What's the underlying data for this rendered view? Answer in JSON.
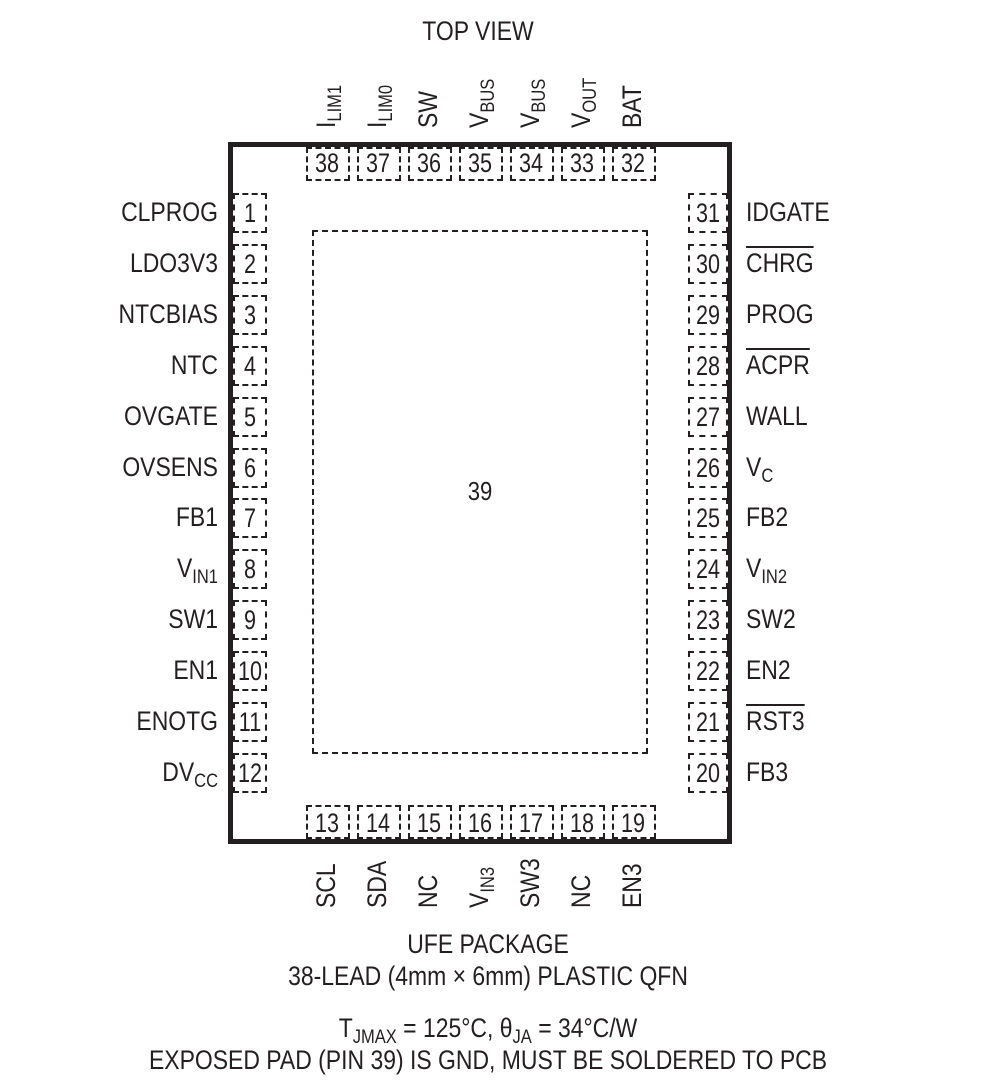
{
  "title": "TOP VIEW",
  "exposed_pad": {
    "number": "39"
  },
  "pins_top": [
    {
      "num": "38",
      "name": "I",
      "sub": "LIM1",
      "overline": false
    },
    {
      "num": "37",
      "name": "I",
      "sub": "LIM0",
      "overline": false
    },
    {
      "num": "36",
      "name": "SW",
      "sub": "",
      "overline": false
    },
    {
      "num": "35",
      "name": "V",
      "sub": "BUS",
      "overline": false
    },
    {
      "num": "34",
      "name": "V",
      "sub": "BUS",
      "overline": false
    },
    {
      "num": "33",
      "name": "V",
      "sub": "OUT",
      "overline": false
    },
    {
      "num": "32",
      "name": "BAT",
      "sub": "",
      "overline": false
    }
  ],
  "pins_left": [
    {
      "num": "1",
      "name": "CLPROG",
      "sub": "",
      "overline": false
    },
    {
      "num": "2",
      "name": "LDO3V3",
      "sub": "",
      "overline": false
    },
    {
      "num": "3",
      "name": "NTCBIAS",
      "sub": "",
      "overline": false
    },
    {
      "num": "4",
      "name": "NTC",
      "sub": "",
      "overline": false
    },
    {
      "num": "5",
      "name": "OVGATE",
      "sub": "",
      "overline": false
    },
    {
      "num": "6",
      "name": "OVSENS",
      "sub": "",
      "overline": false
    },
    {
      "num": "7",
      "name": "FB1",
      "sub": "",
      "overline": false
    },
    {
      "num": "8",
      "name": "V",
      "sub": "IN1",
      "overline": false
    },
    {
      "num": "9",
      "name": "SW1",
      "sub": "",
      "overline": false
    },
    {
      "num": "10",
      "name": "EN1",
      "sub": "",
      "overline": false
    },
    {
      "num": "11",
      "name": "ENOTG",
      "sub": "",
      "overline": false
    },
    {
      "num": "12",
      "name": "DV",
      "sub": "CC",
      "overline": false
    }
  ],
  "pins_right": [
    {
      "num": "31",
      "name": "IDGATE",
      "sub": "",
      "overline": false
    },
    {
      "num": "30",
      "name": "CHRG",
      "sub": "",
      "overline": true
    },
    {
      "num": "29",
      "name": "PROG",
      "sub": "",
      "overline": false
    },
    {
      "num": "28",
      "name": "ACPR",
      "sub": "",
      "overline": true
    },
    {
      "num": "27",
      "name": "WALL",
      "sub": "",
      "overline": false
    },
    {
      "num": "26",
      "name": "V",
      "sub": "C",
      "overline": false
    },
    {
      "num": "25",
      "name": "FB2",
      "sub": "",
      "overline": false
    },
    {
      "num": "24",
      "name": "V",
      "sub": "IN2",
      "overline": false
    },
    {
      "num": "23",
      "name": "SW2",
      "sub": "",
      "overline": false
    },
    {
      "num": "22",
      "name": "EN2",
      "sub": "",
      "overline": false
    },
    {
      "num": "21",
      "name": "RST3",
      "sub": "",
      "overline": true
    },
    {
      "num": "20",
      "name": "FB3",
      "sub": "",
      "overline": false
    }
  ],
  "pins_bottom": [
    {
      "num": "13",
      "name": "SCL",
      "sub": "",
      "overline": false
    },
    {
      "num": "14",
      "name": "SDA",
      "sub": "",
      "overline": false
    },
    {
      "num": "15",
      "name": "NC",
      "sub": "",
      "overline": false
    },
    {
      "num": "16",
      "name": "V",
      "sub": "IN3",
      "overline": false
    },
    {
      "num": "17",
      "name": "SW3",
      "sub": "",
      "overline": false
    },
    {
      "num": "18",
      "name": "NC",
      "sub": "",
      "overline": false
    },
    {
      "num": "19",
      "name": "EN3",
      "sub": "",
      "overline": false
    }
  ],
  "caption": {
    "line1": "UFE PACKAGE",
    "line2": "38-LEAD (4mm × 6mm) PLASTIC QFN",
    "thermal": {
      "tj_sym": "T",
      "tj_sub": "JMAX",
      "tj_val": " = 125°C, ",
      "theta_sym": "θ",
      "theta_sub": "JA",
      "theta_val": " = 34°C/W"
    },
    "line4": "EXPOSED PAD (PIN 39) IS GND, MUST BE SOLDERED TO PCB"
  }
}
